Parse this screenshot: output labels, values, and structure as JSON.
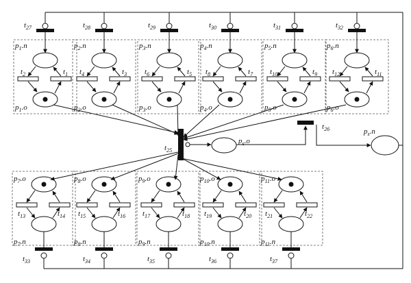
{
  "top_modules": [
    {
      "tr": "t27",
      "pn": "p1.n",
      "po": "p1.o",
      "ta": "t2",
      "tb": "t1"
    },
    {
      "tr": "t28",
      "pn": "p2.n",
      "po": "p2.o",
      "ta": "t4",
      "tb": "t3"
    },
    {
      "tr": "t29",
      "pn": "p3.n",
      "po": "p3.o",
      "ta": "t6",
      "tb": "t5"
    },
    {
      "tr": "t30",
      "pn": "p4.n",
      "po": "p4.o",
      "ta": "t8",
      "tb": "t7"
    },
    {
      "tr": "t31",
      "pn": "p5.n",
      "po": "p5.o",
      "ta": "t10",
      "tb": "t9"
    },
    {
      "tr": "t32",
      "pn": "p6.n",
      "po": "p6.o",
      "ta": "t12",
      "tb": "t11"
    }
  ],
  "bottom_modules": [
    {
      "tr": "t33",
      "pn": "p7.n",
      "po": "p7.o",
      "ta": "t13",
      "tb": "t14"
    },
    {
      "tr": "t34",
      "pn": "p8.n",
      "po": "p8.o",
      "ta": "t15",
      "tb": "t16"
    },
    {
      "tr": "t35",
      "pn": "p9.n",
      "po": "p9.o",
      "ta": "t17",
      "tb": "t18"
    },
    {
      "tr": "t36",
      "pn": "p10.n",
      "po": "p10.o",
      "ta": "t19",
      "tb": "t20"
    },
    {
      "tr": "t37",
      "pn": "p11.n",
      "po": "p11.o",
      "ta": "t21",
      "tb": "t22"
    }
  ],
  "center": {
    "t25": "t25",
    "t26": "t26",
    "ps_o": "ps.o",
    "ps_n": "ps.n"
  },
  "colors": {
    "stroke": "#111111",
    "dash": "#555555",
    "fill": "#ffffff"
  }
}
